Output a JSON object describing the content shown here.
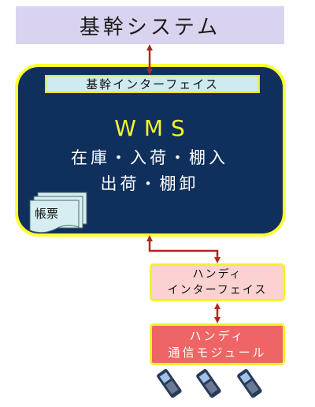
{
  "core_system": {
    "label": "基幹システム"
  },
  "core_interface": {
    "label": "基幹インターフェイス"
  },
  "wms": {
    "title": "WMS",
    "line1": "在庫・入荷・棚入",
    "line2": "出荷・棚卸",
    "document_label": "帳票"
  },
  "handy_interface": {
    "line1": "ハンディ",
    "line2": "インターフェイス"
  },
  "handy_module": {
    "line1": "ハンディ",
    "line2": "通信モジュール"
  },
  "colors": {
    "core_system_bg": "#d9d3ef",
    "wms_bg": "#0f2f5c",
    "wms_border": "#ffff33",
    "interface_bg": "#cdebf0",
    "handy_interface_bg": "#fbd1d1",
    "handy_module_bg": "#ef6464",
    "connector": "#b3261e",
    "document_bg": "#d6eef0"
  },
  "icons": [
    "document-stack-icon",
    "handheld-terminal-icon"
  ]
}
